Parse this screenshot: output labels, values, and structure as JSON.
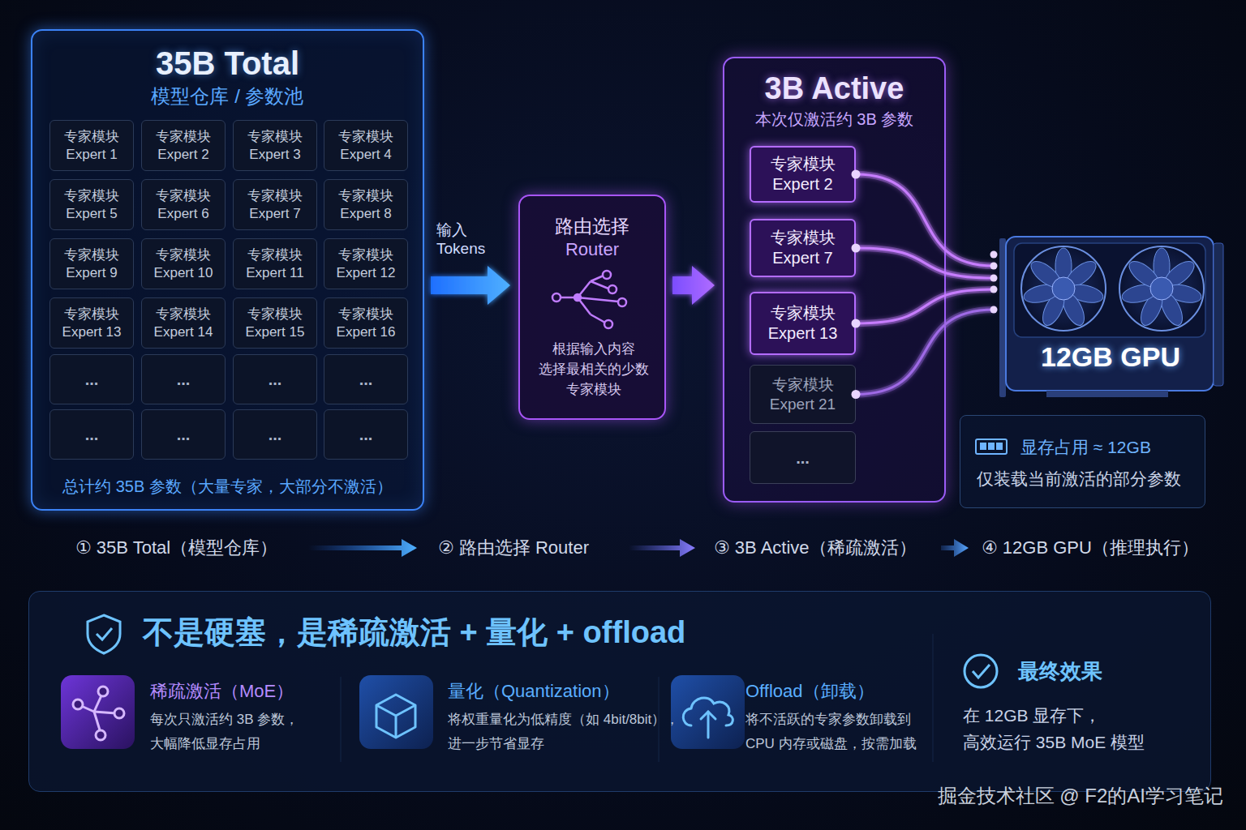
{
  "diagram": {
    "nodes": [
      {
        "text": [
          "35B Total",
          "模型仓库 / 参数池",
          "总计约 35B 参数（大量专家，大部分不激活）"
        ]
      },
      {
        "text": [
          "专家模块",
          "Expert 1"
        ],
        "in": 0
      },
      {
        "text": [
          "专家模块",
          "Expert 2"
        ],
        "in": 0
      },
      {
        "text": [
          "专家模块",
          "Expert 3"
        ],
        "in": 0
      },
      {
        "text": [
          "专家模块",
          "Expert 4"
        ],
        "in": 0
      },
      {
        "text": [
          "专家模块",
          "Expert 5"
        ],
        "in": 0
      },
      {
        "text": [
          "专家模块",
          "Expert 6"
        ],
        "in": 0
      },
      {
        "text": [
          "专家模块",
          "Expert 7"
        ],
        "in": 0
      },
      {
        "text": [
          "专家模块",
          "Expert 8"
        ],
        "in": 0
      },
      {
        "text": [
          "专家模块",
          "Expert 9"
        ],
        "in": 0
      },
      {
        "text": [
          "专家模块",
          "Expert 10"
        ],
        "in": 0
      },
      {
        "text": [
          "专家模块",
          "Expert 11"
        ],
        "in": 0
      },
      {
        "text": [
          "专家模块",
          "Expert 12"
        ],
        "in": 0
      },
      {
        "text": [
          "专家模块",
          "Expert 13"
        ],
        "in": 0
      },
      {
        "text": [
          "专家模块",
          "Expert 14"
        ],
        "in": 0
      },
      {
        "text": [
          "专家模块",
          "Expert 15"
        ],
        "in": 0
      },
      {
        "text": [
          "专家模块",
          "Expert 16"
        ],
        "in": 0
      },
      {
        "text": [
          "..."
        ],
        "in": 0
      },
      {
        "text": [
          "..."
        ],
        "in": 0
      },
      {
        "text": [
          "..."
        ],
        "in": 0
      },
      {
        "text": [
          "..."
        ],
        "in": 0
      },
      {
        "text": [
          "..."
        ],
        "in": 0
      },
      {
        "text": [
          "..."
        ],
        "in": 0
      },
      {
        "text": [
          "..."
        ],
        "in": 0
      },
      {
        "text": [
          "..."
        ],
        "in": 0
      },
      {
        "text": [
          "路由选择",
          "Router",
          "根据输入内容 选择最相关的少数 专家模块"
        ]
      },
      {
        "text": [
          "3B Active",
          "本次仅激活约 3B 参数"
        ]
      },
      {
        "text": [
          "专家模块",
          "Expert 2"
        ],
        "in": 26
      },
      {
        "text": [
          "专家模块",
          "Expert 7"
        ],
        "in": 26
      },
      {
        "text": [
          "专家模块",
          "Expert 13"
        ],
        "in": 26
      },
      {
        "text": [
          "专家模块",
          "Expert 21"
        ],
        "in": 26
      },
      {
        "text": [
          "..."
        ],
        "in": 26
      },
      {
        "text": [
          "12GB GPU"
        ]
      },
      {
        "text": [
          "显存占用 ≈ 12GB",
          "仅装载当前激活的部分参数"
        ]
      },
      {
        "text": [
          "不是硬塞，是稀疏激活 + 量化 + offload"
        ]
      }
    ],
    "edges": [
      {
        "from": 0,
        "to": 25,
        "arrow": "to",
        "label": "输入 Tokens"
      },
      {
        "from": 25,
        "to": 26,
        "arrow": "to"
      },
      {
        "from": 27,
        "to": 32,
        "arrow": "none"
      },
      {
        "from": 28,
        "to": 32,
        "arrow": "none"
      },
      {
        "from": 29,
        "to": 32,
        "arrow": "none"
      },
      {
        "from": 30,
        "to": 32,
        "arrow": "none"
      }
    ],
    "labels": [
      "① 35B Total（模型仓库）",
      "② 路由选择 Router",
      "③ 3B Active（稀疏激活）",
      "④ 12GB GPU（推理执行）",
      "稀疏激活（MoE）",
      "每次只激活约 3B 参数， 大幅降低显存占用",
      "量化（Quantization）",
      "将权重量化为低精度（如 4bit/8bit）， 进一步节省显存",
      "Offload（卸载）",
      "将不活跃的专家参数卸载到 CPU 内存或磁盘，按需加载",
      "最终效果",
      "在 12GB 显存下， 高效运行 35B MoE 模型",
      "掘金技术社区 @ F2的AI学习笔记"
    ]
  }
}
